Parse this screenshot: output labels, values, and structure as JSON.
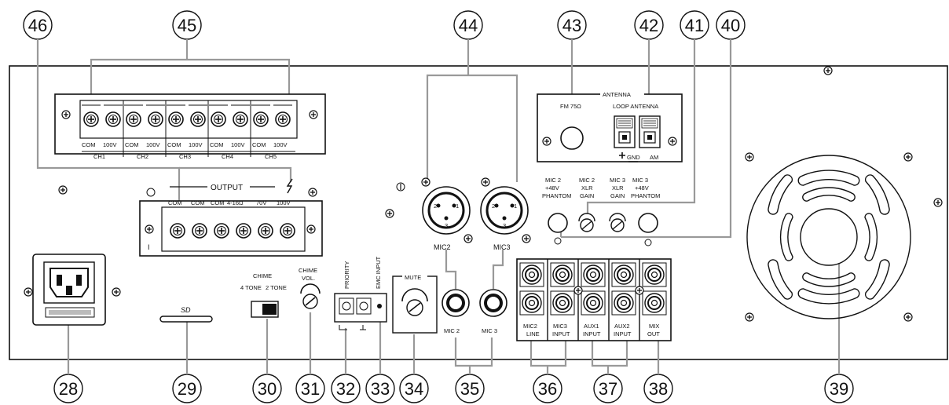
{
  "callouts": {
    "c46": "46",
    "c45": "45",
    "c44": "44",
    "c43": "43",
    "c42": "42",
    "c41": "41",
    "c40": "40",
    "c28": "28",
    "c29": "29",
    "c30": "30",
    "c31": "31",
    "c32": "32",
    "c33": "33",
    "c34": "34",
    "c35": "35",
    "c36": "36",
    "c37": "37",
    "c38": "38",
    "c39": "39"
  },
  "zone_terminal": {
    "com": "COM",
    "v100": "100V",
    "channels": [
      "CH1",
      "CH2",
      "CH3",
      "CH4",
      "CH5"
    ]
  },
  "output_block": {
    "title": "OUTPUT",
    "terminals": [
      "COM",
      "COM",
      "COM",
      "4-16Ω",
      "70V",
      "100V"
    ],
    "side_mark": "I"
  },
  "antenna": {
    "title": "ANTENNA",
    "fm": "FM 75Ω",
    "loop": "LOOP ANTENNA",
    "gnd": "GND",
    "am": "AM"
  },
  "mic_controls": {
    "mic2_phantom": [
      "MIC 2",
      "+48V",
      "PHANTOM"
    ],
    "mic2_gain": [
      "MIC 2",
      "XLR",
      "GAIN"
    ],
    "mic3_gain": [
      "MIC 3",
      "XLR",
      "GAIN"
    ],
    "mic3_phantom": [
      "MIC 3",
      "+48V",
      "PHANTOM"
    ]
  },
  "xlr": {
    "mic2": "MIC2",
    "mic3": "MIC3"
  },
  "jacks": {
    "mic2": "MIC 2",
    "mic3": "MIC 3"
  },
  "rca": {
    "mic2_line": [
      "MIC2",
      "LINE"
    ],
    "mic3_input": [
      "MIC3",
      "INPUT"
    ],
    "aux1_input": [
      "AUX1",
      "INPUT"
    ],
    "aux2_input": [
      "AUX2",
      "INPUT"
    ],
    "mix_out": [
      "MIX",
      "OUT"
    ]
  },
  "chime": {
    "title": "CHIME",
    "tone4": "4 TONE",
    "tone2": "2 TONE",
    "vol1": "CHIME",
    "vol2": "VOL."
  },
  "priority": "PRIORITY",
  "emc": "EMC INPUT",
  "mute": "MUTE",
  "sd": "SD"
}
